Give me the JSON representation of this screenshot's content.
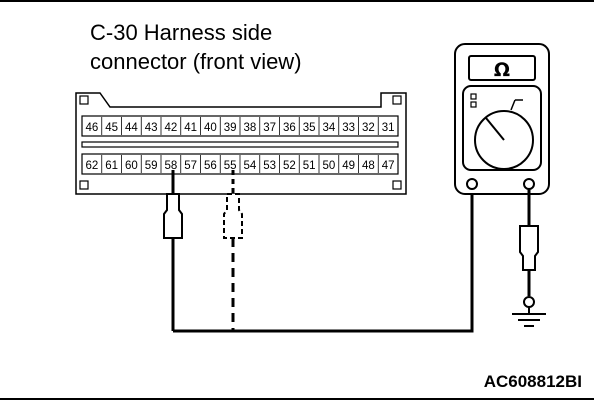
{
  "title": {
    "line1": "C-30 Harness side",
    "line2": "connector (front view)"
  },
  "connector": {
    "top_row": [
      "46",
      "45",
      "44",
      "43",
      "42",
      "41",
      "40",
      "39",
      "38",
      "37",
      "36",
      "35",
      "34",
      "33",
      "32",
      "31"
    ],
    "bottom_row": [
      "62",
      "61",
      "60",
      "59",
      "58",
      "57",
      "56",
      "55",
      "54",
      "53",
      "52",
      "51",
      "50",
      "49",
      "48",
      "47"
    ],
    "probe_solid_pin": "58",
    "probe_dashed_pin": "55"
  },
  "meter": {
    "unit_symbol": "Ω"
  },
  "reference_code": "AC608812BI",
  "colors": {
    "line": "#000000",
    "background": "#ffffff"
  }
}
